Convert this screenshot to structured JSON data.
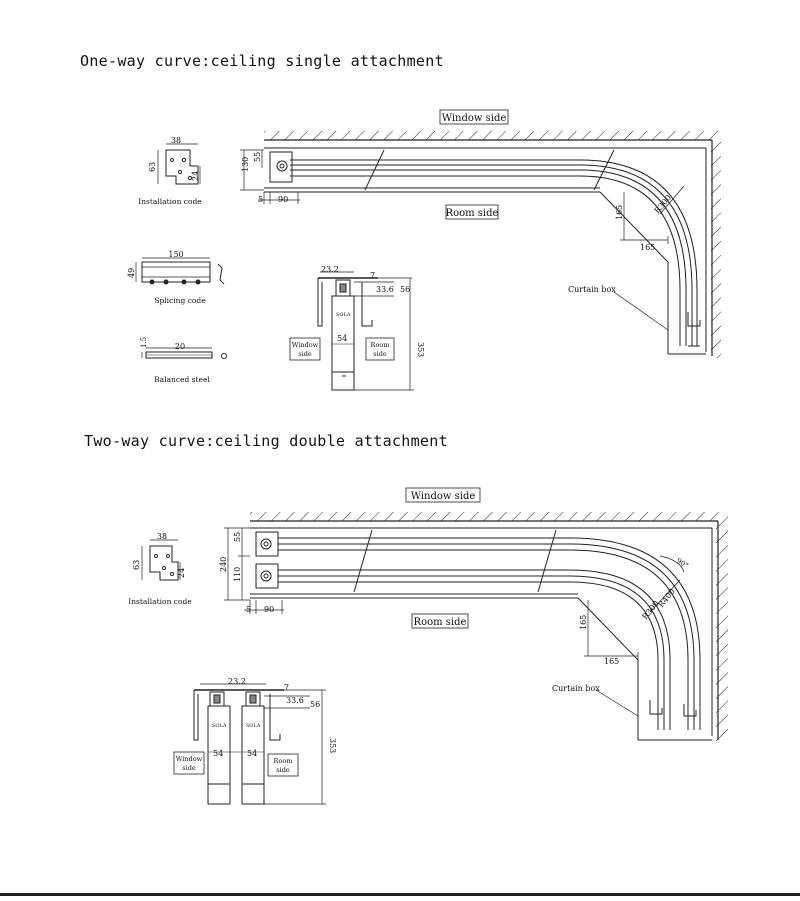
{
  "sections": [
    {
      "title": "One-way curve:ceiling single attachment",
      "labels": {
        "window_side": "Window side",
        "room_side": "Room side",
        "curtain_box": "Curtain box",
        "installation_code": "Installation code",
        "splicing_code": "Splicing code",
        "balanced_steel": "Balanced steel",
        "section_window_side": [
          "Window",
          "side"
        ],
        "section_room_side": [
          "Room",
          "side"
        ],
        "motor": "SOLA"
      },
      "dims": {
        "d38": "38",
        "d63": "63",
        "d24": "24",
        "d150": "150",
        "d49": "49",
        "d20": "20",
        "d1_5": "1.5",
        "d130": "130",
        "d55": "55",
        "d5": "5",
        "d90": "90",
        "d165a": "165",
        "d165b": "165",
        "r300": "R300",
        "d23_2": "23.2",
        "d7": "7",
        "d33_6": "33.6",
        "d56": "56",
        "d54": "54",
        "d353": "353"
      }
    },
    {
      "title": "Two-way curve:ceiling double attachment",
      "labels": {
        "window_side": "Window side",
        "room_side": "Room side",
        "curtain_box": "Curtain box",
        "installation_code": "Installation code",
        "section_window_side": [
          "Window",
          "side"
        ],
        "section_room_side": [
          "Room",
          "side"
        ],
        "motor": "SOLA"
      },
      "dims": {
        "d38": "38",
        "d63": "63",
        "d24": "24",
        "d240": "240",
        "d55": "55",
        "d110": "110",
        "d5": "5",
        "d90": "90",
        "d165a": "165",
        "d165b": "165",
        "r300": "R300",
        "r400": "R400",
        "angle": "90°",
        "d23_2": "23.2",
        "d7": "7",
        "d33_6": "33.6",
        "d56": "56",
        "d54a": "54",
        "d54b": "54",
        "d353": "353"
      }
    }
  ]
}
